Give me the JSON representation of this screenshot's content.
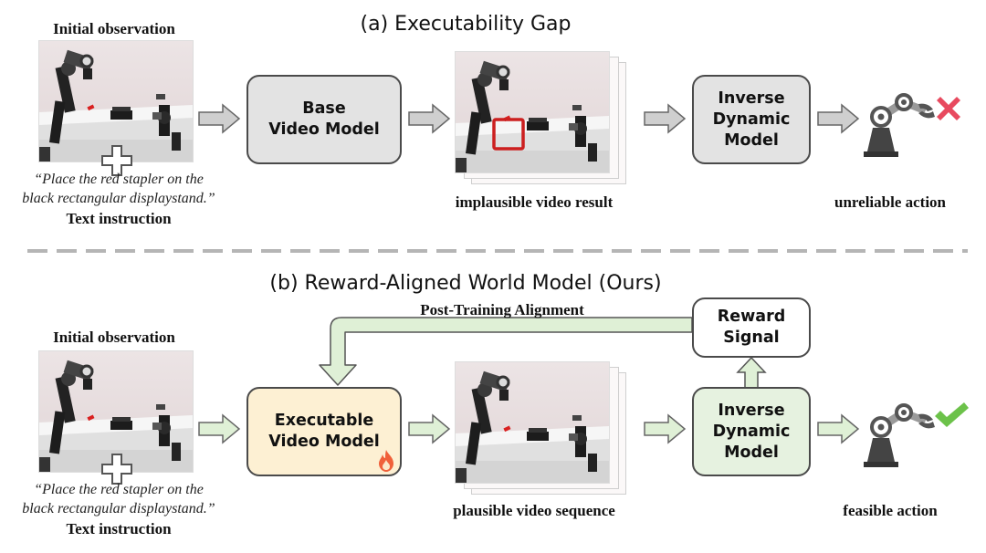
{
  "section_a": {
    "title": "(a) Executability Gap",
    "obs_label": "Initial observation",
    "instruction_line1": "“Place the red stapler on the",
    "instruction_line2": "black rectangular displaystand.”",
    "instruction_label": "Text instruction",
    "video_model": {
      "line1": "Base",
      "line2": "Video Model"
    },
    "video_result_label": "implausible video result",
    "idm": {
      "line1": "Inverse",
      "line2": "Dynamic",
      "line3": "Model"
    },
    "action_label": "unreliable action"
  },
  "section_b": {
    "title": "(b) Reward-Aligned World Model (Ours)",
    "obs_label": "Initial observation",
    "instruction_line1": "“Place the red stapler on the",
    "instruction_line2": "black rectangular displaystand.”",
    "instruction_label": "Text instruction",
    "video_model": {
      "line1": "Executable",
      "line2": "Video Model"
    },
    "video_result_label": "plausible video sequence",
    "idm": {
      "line1": "Inverse",
      "line2": "Dynamic",
      "line3": "Model"
    },
    "action_label": "feasible action",
    "feedback_label": "Post-Training Alignment",
    "reward": {
      "line1": "Reward",
      "line2": "Signal"
    }
  },
  "colors": {
    "base_box": "#e3e3e3",
    "executable_box": "#fdf0d3",
    "idm_a_box": "#e3e3e3",
    "idm_b_box": "#e6f2e0",
    "arrow_fill_a": "#cfcfcf",
    "arrow_fill_b": "#dff0d6",
    "cross": "#e84a5f",
    "check": "#6cc24a",
    "highlight": "#cc1f1f",
    "divider": "#b5b5b5"
  },
  "icons": [
    "plus-icon",
    "robot-arm-icon",
    "cross-icon",
    "check-icon",
    "flame-icon"
  ]
}
